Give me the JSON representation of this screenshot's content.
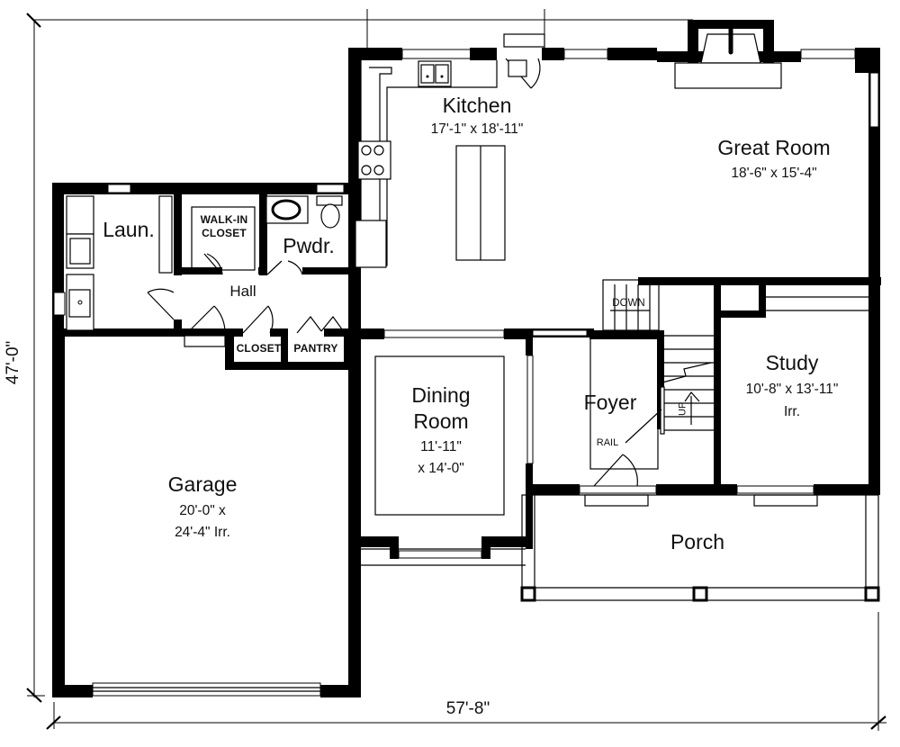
{
  "plan": {
    "overall_width": "57'-8\"",
    "overall_depth": "47'-0\""
  },
  "rooms": {
    "kitchen": {
      "name": "Kitchen",
      "size": "17'-1\" x 18'-11\""
    },
    "great_room": {
      "name": "Great Room",
      "size": "18'-6\" x 15'-4\""
    },
    "laundry": {
      "name": "Laun."
    },
    "walk_in_closet": {
      "name_line1": "WALK-IN",
      "name_line2": "CLOSET"
    },
    "powder": {
      "name": "Pwdr."
    },
    "hall": {
      "name": "Hall"
    },
    "closet": {
      "name": "CLOSET"
    },
    "pantry": {
      "name": "PANTRY"
    },
    "dining_room": {
      "name_line1": "Dining",
      "name_line2": "Room",
      "size_line1": "11'-11\"",
      "size_line2": "x 14'-0\""
    },
    "foyer": {
      "name": "Foyer"
    },
    "study": {
      "name": "Study",
      "size": "10'-8\" x 13'-11\"",
      "note": "Irr."
    },
    "garage": {
      "name": "Garage",
      "size_line1": "20'-0\" x",
      "size_line2": "24'-4\" Irr."
    },
    "porch": {
      "name": "Porch"
    }
  },
  "annotations": {
    "stair_down": "DOWN",
    "stair_up": "UP",
    "rail": "RAIL"
  }
}
